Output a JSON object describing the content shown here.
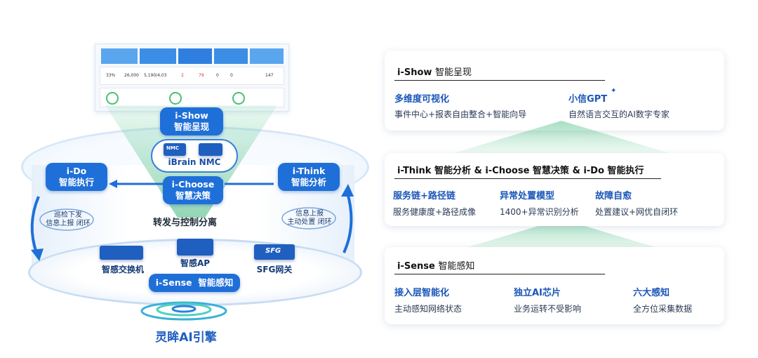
{
  "left": {
    "dashboard": {
      "kpis": [
        "33%",
        "26,000",
        "5,190/4,03",
        "2",
        "79",
        "0",
        "0",
        "147"
      ]
    },
    "nmc_pill": {
      "line1": "i-Show",
      "line2": "智能呈现"
    },
    "cloud_label": "iBrain NMC",
    "ido": {
      "line1": "i-Do",
      "line2": "智能执行"
    },
    "ichoose": {
      "line1": "i-Choose",
      "line2": "智慧决策"
    },
    "ithink": {
      "line1": "i-Think",
      "line2": "智能分析"
    },
    "left_note": {
      "line1": "巡检下发",
      "line2": "信息上报 闭环"
    },
    "right_note": {
      "line1": "信息上报",
      "line2": "主动处置 闭环"
    },
    "center_text": "转发与控制分离",
    "devices": [
      {
        "label": "智感交换机"
      },
      {
        "label": "智感AP"
      },
      {
        "label": "SFG网关",
        "badge": "SFG"
      }
    ],
    "isense": {
      "en": "i-Sense",
      "cn": "智能感知"
    },
    "engine": "灵眸AI引擎",
    "nmc_tag": "NMC"
  },
  "right": {
    "show": {
      "title_en": "i-Show",
      "title_cn": "智能呈现",
      "items": [
        {
          "title": "多维度可视化",
          "desc": "事件中心+报表自由整合+智能向导"
        },
        {
          "title": "小信GPT",
          "desc": "自然语言交互的AI数字专家"
        }
      ]
    },
    "think": {
      "title": "i-Think 智能分析 & i-Choose 智慧决策 & i-Do 智能执行",
      "items": [
        {
          "title": "服务链+路径链",
          "desc": "服务健康度+路径成像"
        },
        {
          "title": "异常处置模型",
          "desc": "1400+异常识别分析"
        },
        {
          "title": "故障自愈",
          "desc": "处置建议+网优自闭环"
        }
      ]
    },
    "sense": {
      "title_en": "i-Sense",
      "title_cn": "智能感知",
      "items": [
        {
          "title": "接入层智能化",
          "desc": "主动感知网络状态"
        },
        {
          "title": "独立AI芯片",
          "desc": "业务运转不受影响"
        },
        {
          "title": "六大感知",
          "desc": "全方位采集数据"
        }
      ]
    }
  },
  "colors": {
    "primary": "#1f6fd8",
    "accent_green": "#3cb878"
  }
}
